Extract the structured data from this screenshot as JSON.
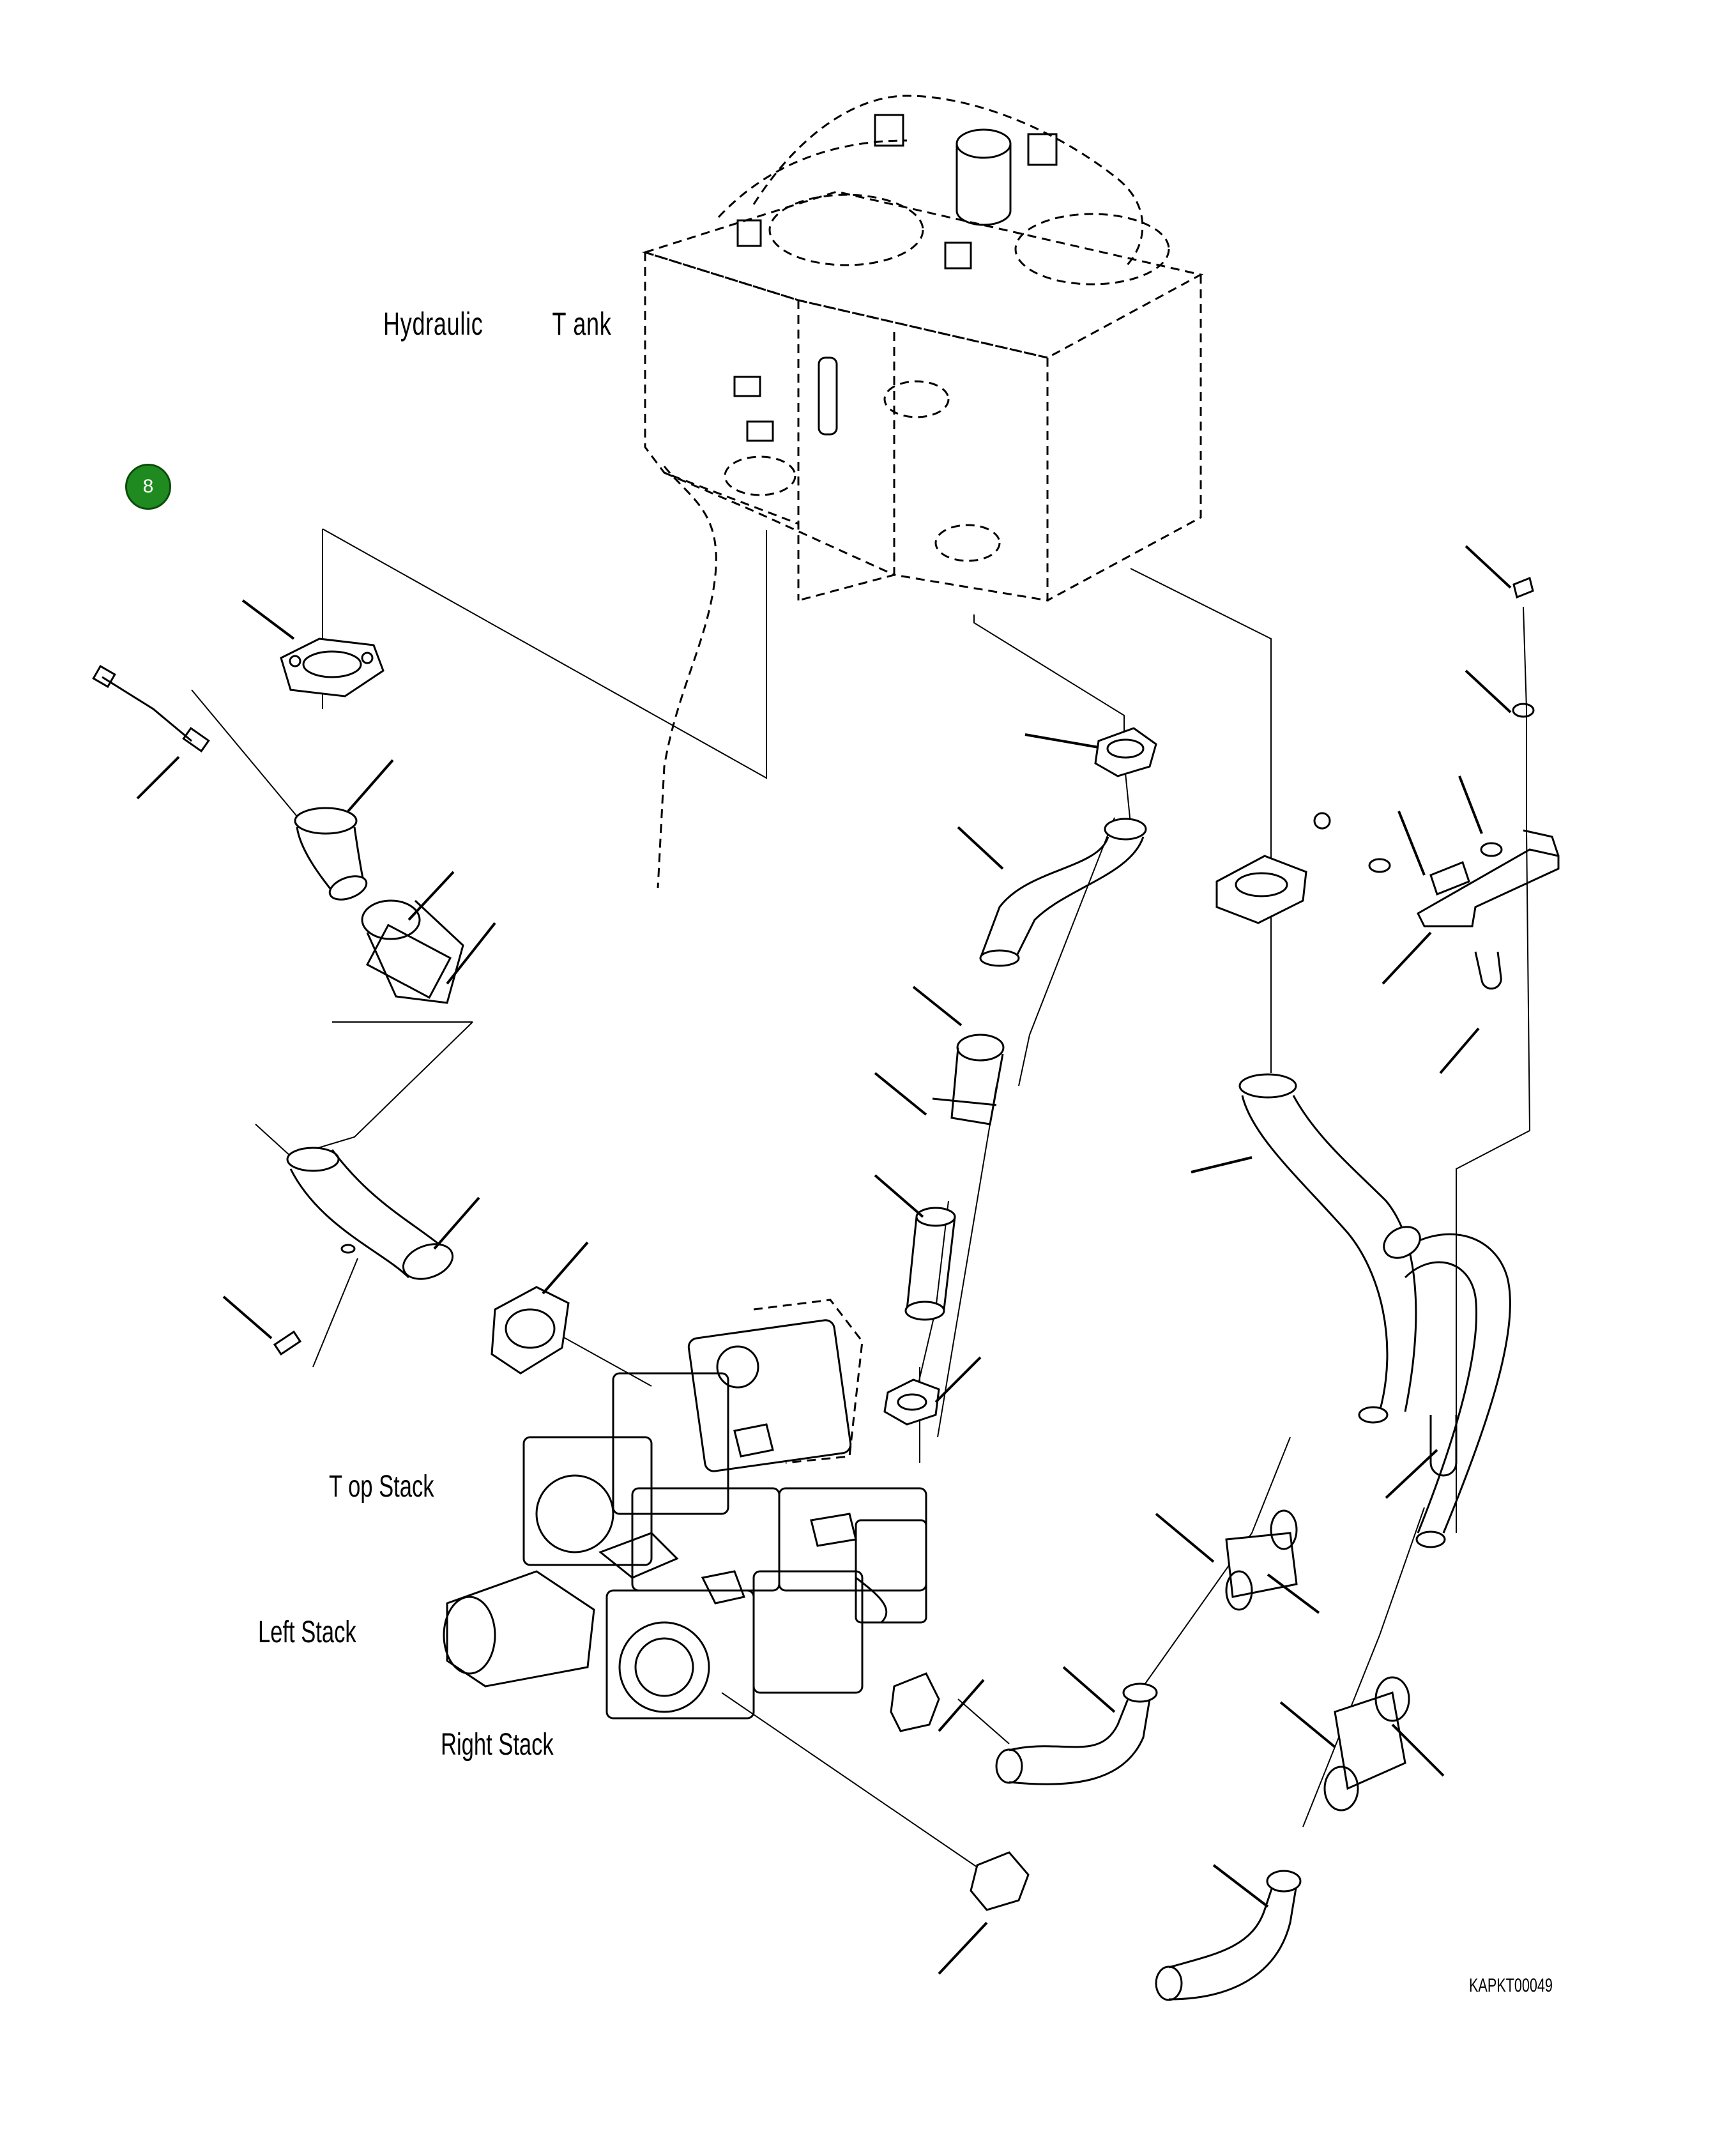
{
  "labels": {
    "hydraulic": "Hydraulic",
    "tank": "T ank",
    "top_stack": "T op Stack",
    "left_stack": "Left Stack",
    "right_stack": "Right Stack",
    "drawing_code": "KAPKT00049"
  },
  "badge": {
    "number": "8",
    "color": "#1f8a1f"
  }
}
